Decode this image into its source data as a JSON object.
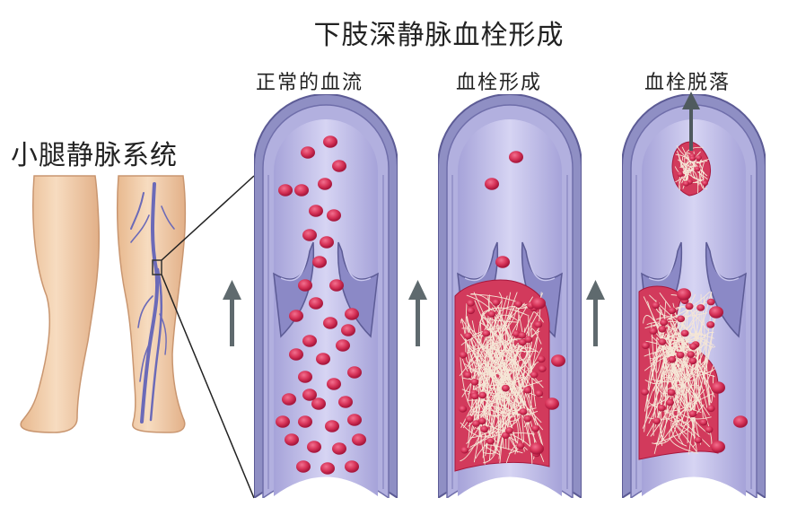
{
  "title": "下肢深静脉血栓形成",
  "left_label": "小腿静脉系统",
  "stages": [
    {
      "label": "正常的血流"
    },
    {
      "label": "血栓形成"
    },
    {
      "label": "血栓脱落"
    }
  ],
  "colors": {
    "vessel_wall": "#8f8fc4",
    "vessel_inner": "#b9b7e3",
    "lumen": "#cfcdf0",
    "blood_cell": "#d63358",
    "thrombus": "#d23a5c",
    "fibrin": "#f3e3d2",
    "arrow": "#5f6a6e",
    "skin": "#f4d5b2",
    "vein": "#6b6ab8"
  },
  "icons": [
    "up-arrow-icon"
  ]
}
